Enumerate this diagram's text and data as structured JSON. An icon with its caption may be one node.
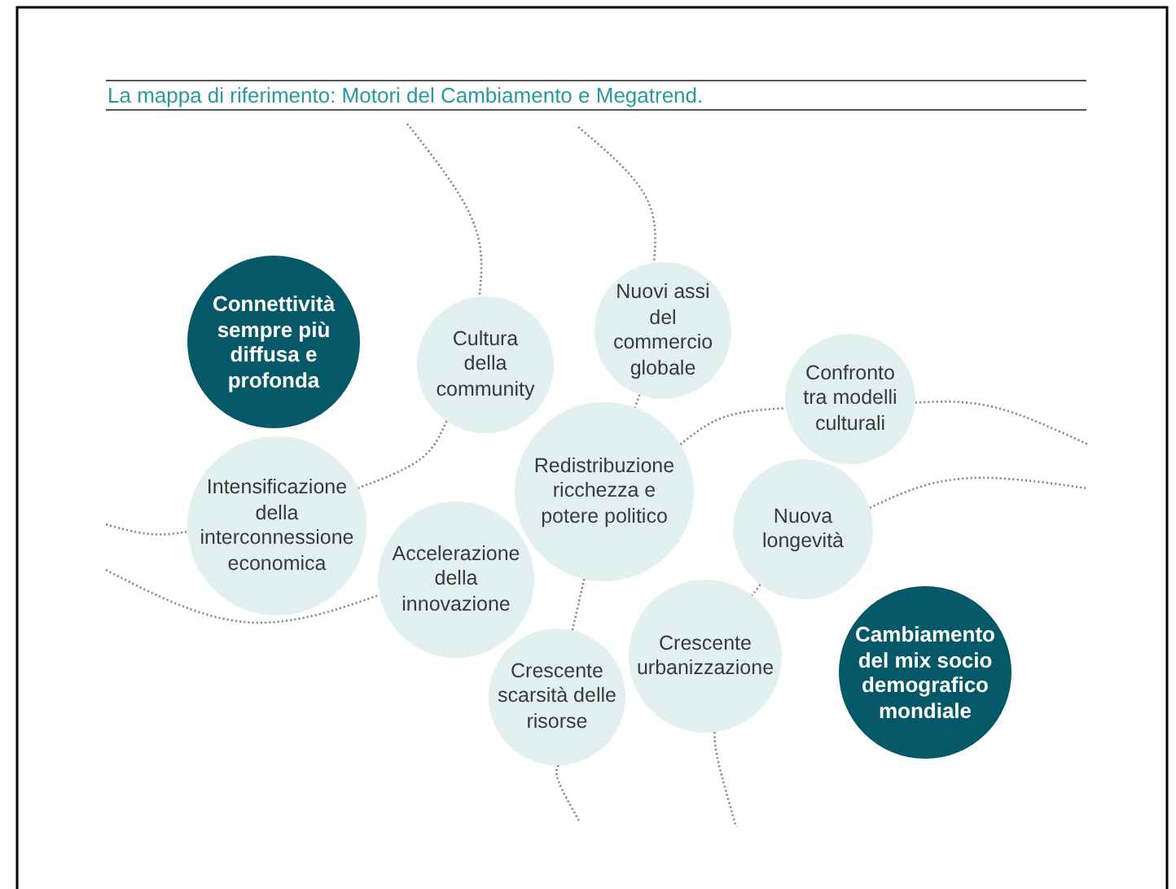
{
  "diagram": {
    "title": "La mappa di riferimento: Motori del Cambiamento e Megatrend.",
    "nodes": [
      {
        "text": [
          "Connettività sempre più diffusa e profonda"
        ]
      },
      {
        "text": [
          "Cultura della community"
        ]
      },
      {
        "text": [
          "Nuovi assi del commercio globale"
        ]
      },
      {
        "text": [
          "Confronto tra modelli culturali"
        ]
      },
      {
        "text": [
          "Intensificazione della interconnessione economica"
        ]
      },
      {
        "text": [
          "Redistribuzione ricchezza e potere politico"
        ]
      },
      {
        "text": [
          "Nuova longevità"
        ]
      },
      {
        "text": [
          "Accelerazione della innovazione"
        ]
      },
      {
        "text": [
          "Crescente scarsità delle risorse"
        ]
      },
      {
        "text": [
          "Crescente urbanizzazione"
        ]
      },
      {
        "text": [
          "Cambiamento del mix socio demografico mondiale"
        ]
      }
    ],
    "edges": [
      {
        "from": null,
        "to": 1,
        "arrow": "none"
      },
      {
        "from": 1,
        "to": 4,
        "arrow": "none"
      },
      {
        "from": null,
        "to": 4,
        "arrow": "none"
      },
      {
        "from": null,
        "to": 7,
        "arrow": "none"
      },
      {
        "from": null,
        "to": 2,
        "arrow": "none"
      },
      {
        "from": 2,
        "to": 5,
        "arrow": "none"
      },
      {
        "from": 5,
        "to": 8,
        "arrow": "none"
      },
      {
        "from": 8,
        "to": null,
        "arrow": "none"
      },
      {
        "from": 5,
        "to": 3,
        "arrow": "none"
      },
      {
        "from": 3,
        "to": null,
        "arrow": "none"
      },
      {
        "from": 6,
        "to": null,
        "arrow": "none"
      },
      {
        "from": 6,
        "to": 9,
        "arrow": "none"
      },
      {
        "from": 9,
        "to": null,
        "arrow": "none"
      }
    ]
  }
}
